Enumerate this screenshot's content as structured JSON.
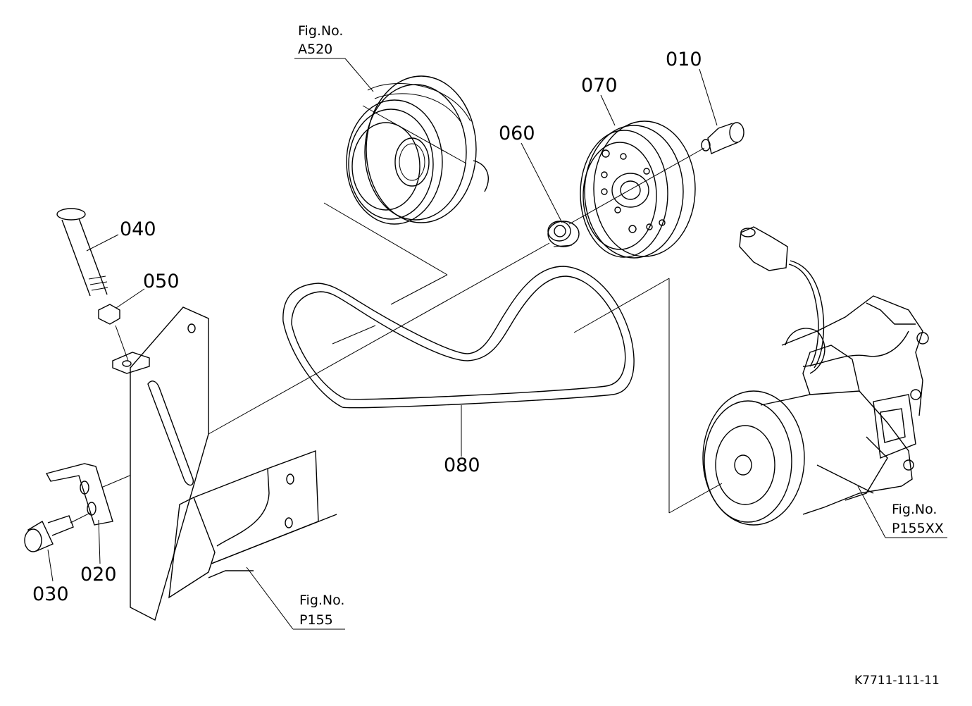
{
  "parts": {
    "p010": "010",
    "p020": "020",
    "p030": "030",
    "p040": "040",
    "p050": "050",
    "p060": "060",
    "p070": "070",
    "p080": "080"
  },
  "figrefs": {
    "a520": {
      "line1": "Fig.No.",
      "line2": "A520"
    },
    "p155": {
      "line1": "Fig.No.",
      "line2": "P155"
    },
    "p155xx": {
      "line1": "Fig.No.",
      "line2": "P155XX"
    }
  },
  "drawing_code": "K7711-111-11"
}
